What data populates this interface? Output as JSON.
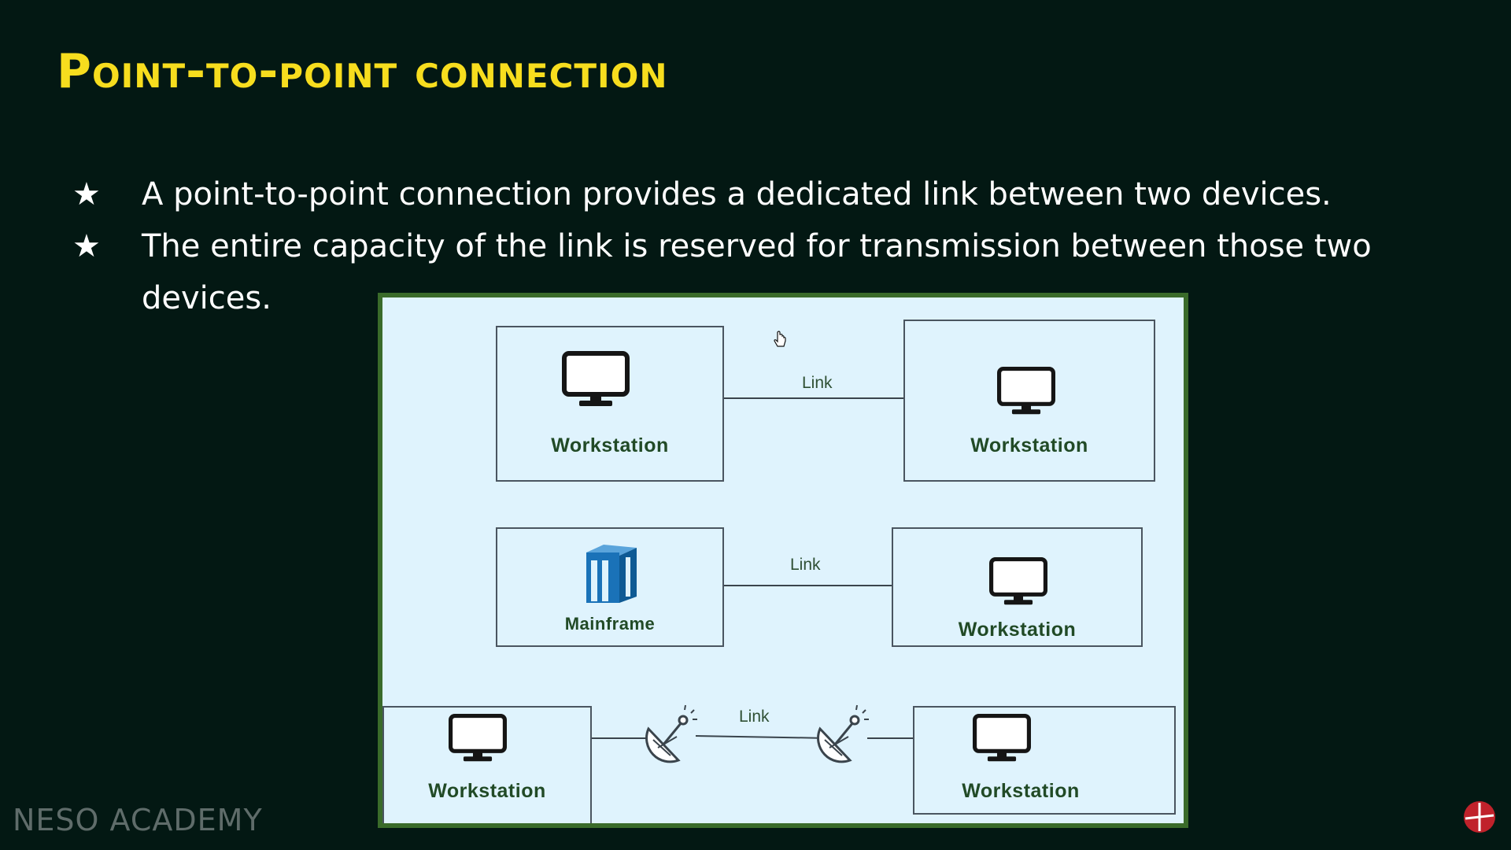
{
  "slide": {
    "title": "Point-to-point connection",
    "bullets": [
      "A point-to-point connection provides a dedicated link between two devices.",
      "The entire capacity of the link is reserved for transmission between those two devices."
    ],
    "bullet_marker": "★"
  },
  "diagram": {
    "rows": [
      {
        "left_device": {
          "label": "Workstation",
          "icon": "monitor-icon"
        },
        "link_label": "Link",
        "right_device": {
          "label": "Workstation",
          "icon": "monitor-icon"
        }
      },
      {
        "left_device": {
          "label": "Mainframe",
          "icon": "mainframe-icon"
        },
        "link_label": "Link",
        "right_device": {
          "label": "Workstation",
          "icon": "monitor-icon"
        }
      },
      {
        "left_device": {
          "label": "Workstation",
          "icon": "monitor-icon"
        },
        "link_label": "Link",
        "right_device": {
          "label": "Workstation",
          "icon": "monitor-icon"
        },
        "link_via": [
          "satellite-dish-icon",
          "satellite-dish-icon"
        ]
      }
    ]
  },
  "watermark": "NESO ACADEMY",
  "colors": {
    "background": "#031813",
    "title": "#f7dd1e",
    "bullet_text": "#ffffff",
    "panel_border": "#3a6b2a",
    "panel_background": "#dff3fd",
    "device_label": "#214a26",
    "mainframe_icon": "#1a72b8"
  }
}
